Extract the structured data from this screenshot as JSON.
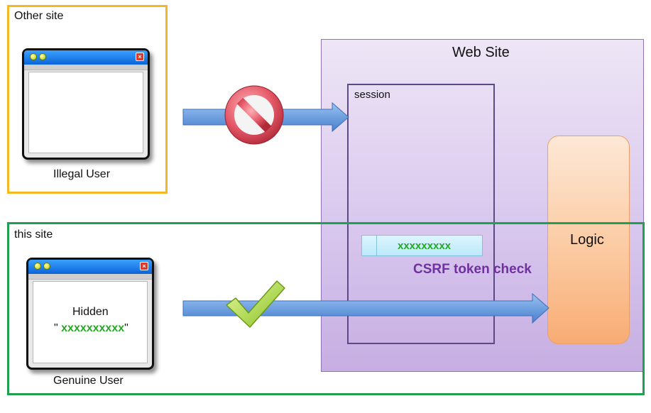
{
  "other_site": {
    "label": "Other site",
    "user_label": "Illegal User"
  },
  "this_site": {
    "label": "this site",
    "user_label": "Genuine User",
    "hidden_label": "Hidden",
    "hidden_quote_open": "\"",
    "hidden_token": "xxxxxxxxxx",
    "hidden_quote_close": "\""
  },
  "website": {
    "title": "Web Site",
    "session_label": "session",
    "token_value": "xxxxxxxxx",
    "csrf_label": "CSRF token check",
    "logic_label": "Logic"
  },
  "colors": {
    "other_site_border": "#f5b824",
    "this_site_border": "#20a050",
    "token_green": "#22aa22",
    "csrf_purple": "#7030a0",
    "arrow_blue": "#5b8fd8",
    "prohibit_red": "#e05060",
    "check_green": "#9ccc30"
  },
  "icons": {
    "blocked": "prohibited-icon",
    "allowed": "check-icon"
  }
}
